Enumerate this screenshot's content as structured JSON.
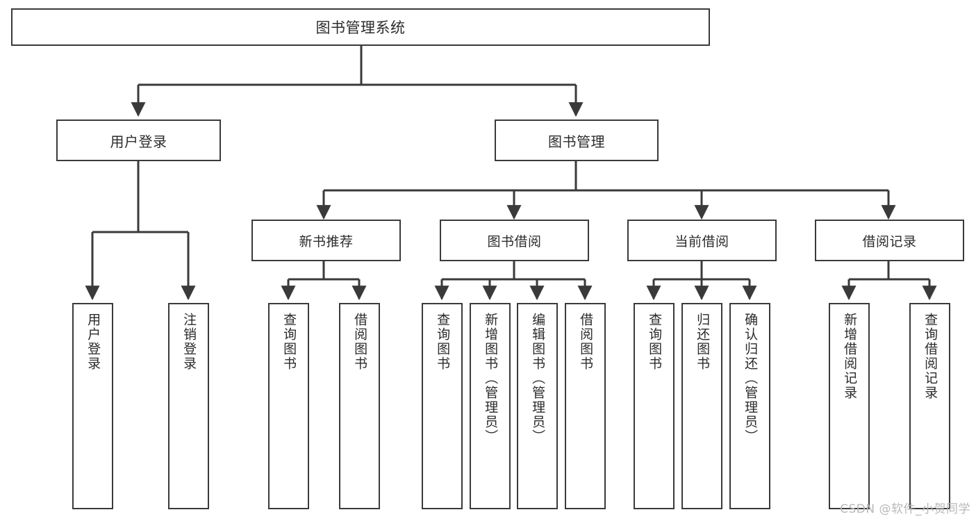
{
  "diagram": {
    "type": "tree-hierarchy",
    "title": "图书管理系统",
    "colors": {
      "box_border": "#3a3a3a",
      "box_fill": "#ffffff",
      "text": "#2b2b2b",
      "connector": "#3a3a3a",
      "watermark": "#b8b8b8",
      "canvas": "#ffffff"
    },
    "root": {
      "label": "图书管理系统"
    },
    "level1": [
      {
        "label": "用户登录"
      },
      {
        "label": "图书管理"
      }
    ],
    "level2": [
      {
        "label": "新书推荐"
      },
      {
        "label": "图书借阅"
      },
      {
        "label": "当前借阅"
      },
      {
        "label": "借阅记录"
      }
    ],
    "leaves": {
      "user_login": [
        {
          "label": "用户登录"
        },
        {
          "label": "注销登录"
        }
      ],
      "new_book_recommend": [
        {
          "label": "查询图书"
        },
        {
          "label": "借阅图书"
        }
      ],
      "book_borrow": [
        {
          "label": "查询图书"
        },
        {
          "label": "新增图书（管理员）"
        },
        {
          "label": "编辑图书（管理员）"
        },
        {
          "label": "借阅图书"
        }
      ],
      "current_borrow": [
        {
          "label": "查询图书"
        },
        {
          "label": "归还图书"
        },
        {
          "label": "确认归还（管理员）"
        }
      ],
      "borrow_record": [
        {
          "label": "新增借阅记录"
        },
        {
          "label": "查询借阅记录"
        }
      ]
    },
    "watermark": "CSDN @软件_小贺同学"
  }
}
